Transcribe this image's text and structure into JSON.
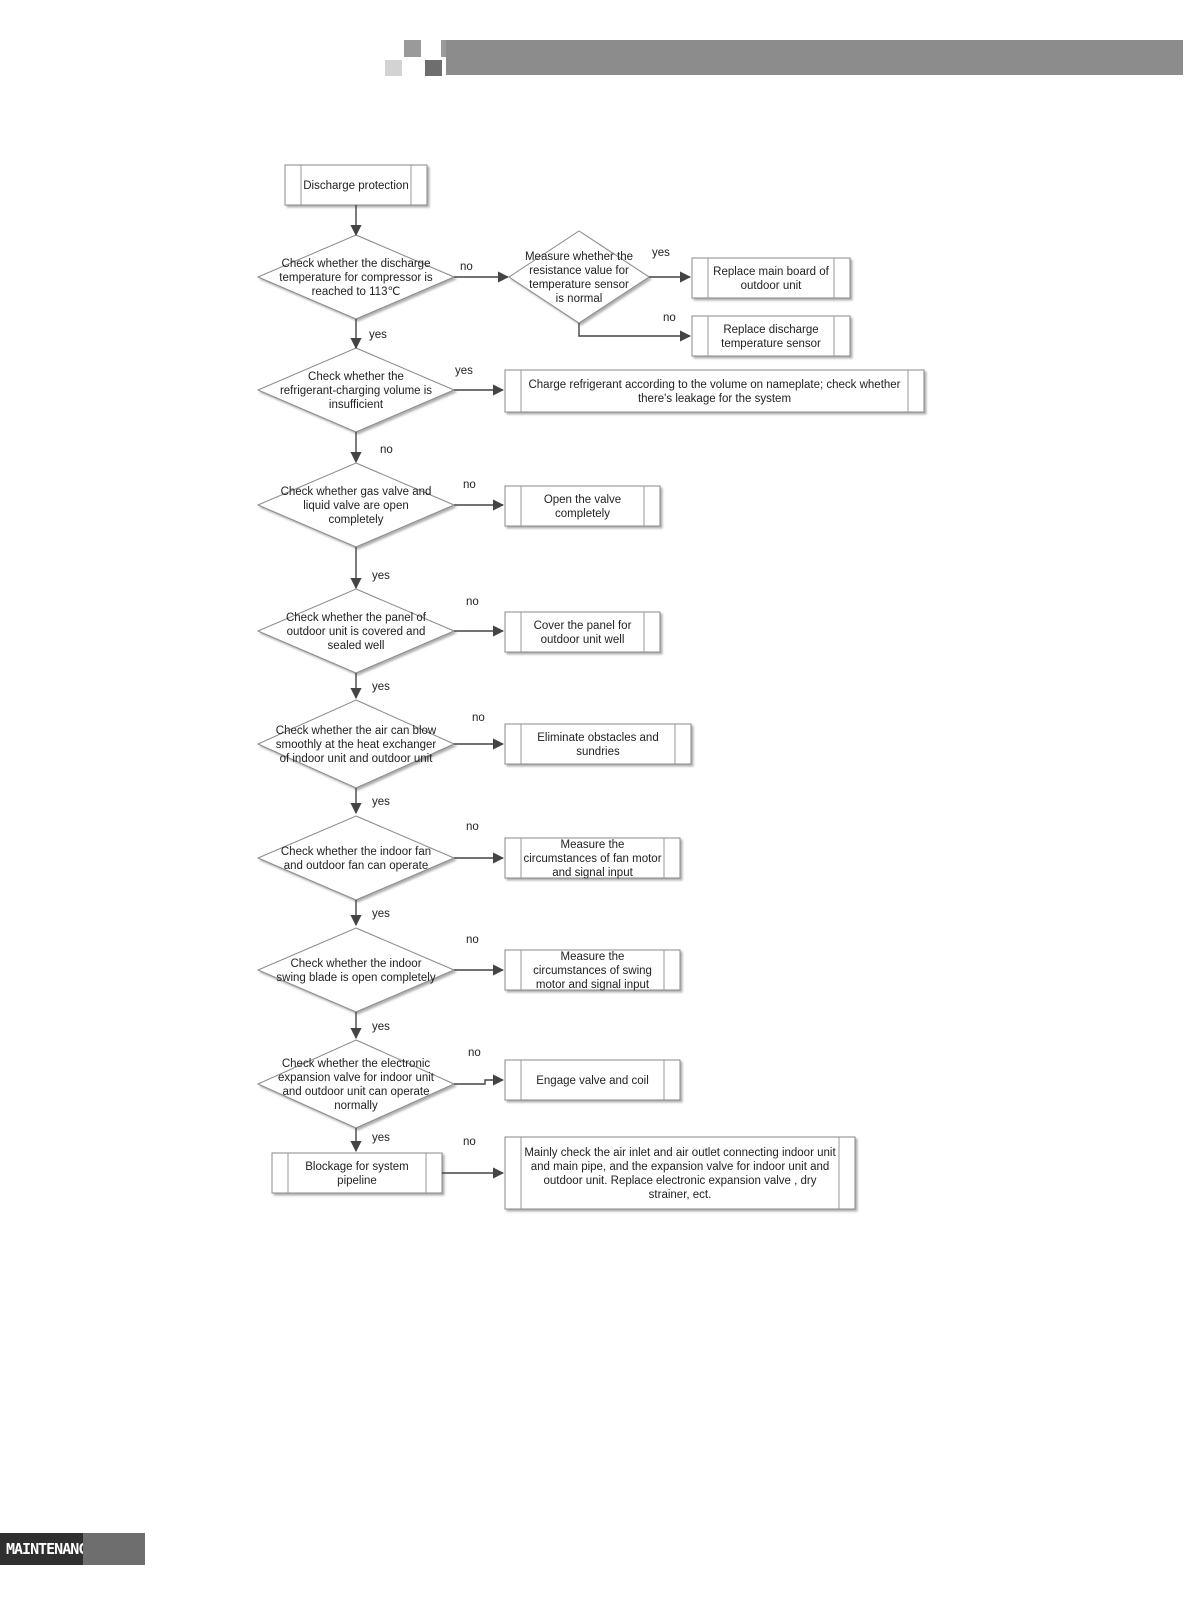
{
  "footer": {
    "section_label": "MAINTENANCE"
  },
  "flowchart": {
    "start": "Discharge protection",
    "q1": "Check whether the discharge temperature for compressor is reached to 113℃",
    "q1b": "Measure whether the resistance value for temperature sensor is normal",
    "a1_yes": "Replace main board of outdoor unit",
    "a1_no": "Replace discharge temperature sensor",
    "q2": "Check whether the refrigerant-charging volume is insufficient",
    "a2": "Charge refrigerant according to the volume on nameplate; check whether there's leakage for the system",
    "q3": "Check whether gas valve and liquid valve are open completely",
    "a3": "Open the valve completely",
    "q4": "Check whether the panel of outdoor unit is covered and sealed well",
    "a4": "Cover the panel for outdoor unit well",
    "q5": "Check whether the air can blow smoothly at the heat exchanger of indoor unit and outdoor unit",
    "a5": "Eliminate obstacles and sundries",
    "q6": "Check whether the indoor fan and outdoor fan can operate",
    "a6": "Measure the circumstances of fan motor and signal input",
    "q7": "Check whether the indoor swing blade is open completely",
    "a7": "Measure the circumstances of swing motor and signal input",
    "q8": "Check whether the electronic expansion valve for indoor unit and outdoor unit can operate normally",
    "a8": "Engage valve and coil",
    "end": "Blockage for system pipeline",
    "a_end": "Mainly check the air inlet and air outlet connecting indoor unit and main pipe, and the expansion valve for indoor unit and outdoor unit. Replace electronic expansion valve , dry strainer, ect.",
    "branch_yes": "yes",
    "branch_no": "no"
  }
}
